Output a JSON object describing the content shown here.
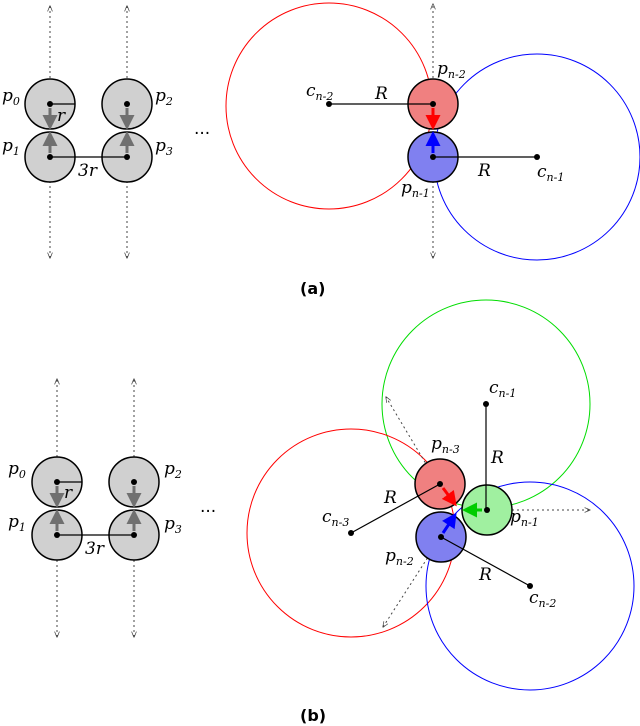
{
  "panel_a": {
    "caption": "(a)",
    "left_labels": {
      "p0": "0",
      "p1": "1",
      "p2": "2",
      "p3": "3",
      "r": "r",
      "three_r": "3r"
    },
    "ellipsis": "...",
    "right_labels": {
      "c_top": "n-2",
      "c_bottom": "n-1",
      "p_top": "n-2",
      "p_bottom": "n-1",
      "R1": "R",
      "R2": "R"
    }
  },
  "panel_b": {
    "caption": "(b)",
    "left_labels": {
      "p0": "0",
      "p1": "1",
      "p2": "2",
      "p3": "3",
      "r": "r",
      "three_r": "3r"
    },
    "ellipsis": "...",
    "right_labels": {
      "c_green": "n-1",
      "c_red": "n-3",
      "c_blue": "n-2",
      "p_red": "n-3",
      "p_green": "n-1",
      "p_blue": "n-2",
      "R_green": "R",
      "R_red": "R",
      "R_blue": "R"
    }
  },
  "colors": {
    "disk_fill": "#d0d0d0",
    "red_fill": "#f08080",
    "blue_fill": "#8080f0",
    "green_fill": "#a0f0a0",
    "red_circle": "#ff0000",
    "blue_circle": "#0000ff",
    "green_circle": "#00dd00",
    "arrow_gray": "#707070"
  }
}
